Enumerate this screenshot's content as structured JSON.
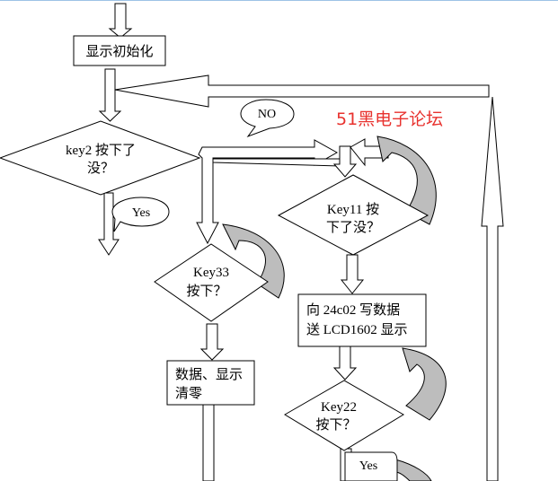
{
  "watermark": "51黑电子论坛",
  "nodes": {
    "init": "显示初始化",
    "key2_line1": "key2 按下了",
    "key2_line2": "没？",
    "key11_line1": "Key11 按",
    "key11_line2": "下了没？",
    "key33_line1": "Key33",
    "key33_line2": "按下？",
    "write_line1": "向 24c02 写数据",
    "write_line2": "送 LCD1602 显示",
    "clear_line1": "数据、显示",
    "clear_line2": "清零",
    "key22_line1": "Key22",
    "key22_line2": "按下？"
  },
  "callouts": {
    "no": "NO",
    "yes_key2": "Yes",
    "yes_key22": "Yes"
  },
  "colors": {
    "watermark": "#e8322e",
    "curl_fill": "#bdbdbd",
    "top_rule": "#9ec3e6"
  }
}
